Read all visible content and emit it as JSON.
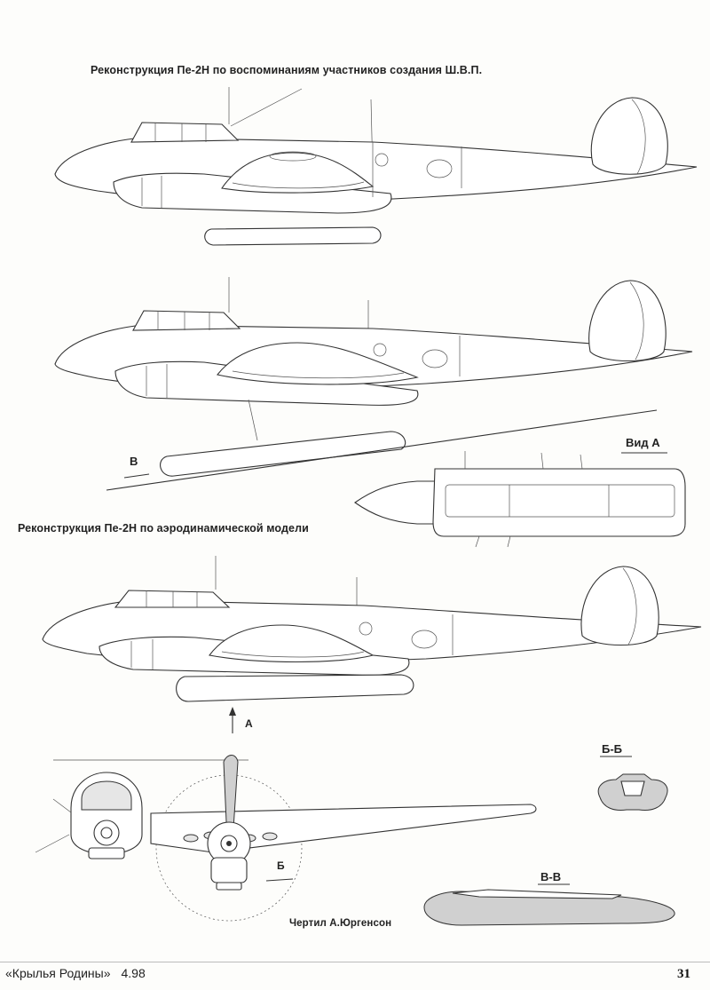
{
  "captions": {
    "top": "Реконструкция Пе-2Н по воспоминаниям участников создания Ш.В.П.",
    "middle": "Реконструкция Пе-2Н по аэродинамической модели",
    "author": "Чертил А.Юргенсон"
  },
  "labels": {
    "view_a": "Вид А",
    "letter_v": "В",
    "arrow_a": "А",
    "letter_b": "Б",
    "section_bb": "Б-Б",
    "section_vv": "В-В"
  },
  "footer": {
    "magazine": "«Крылья  Родины»",
    "issue": "4.98",
    "page": "31"
  }
}
